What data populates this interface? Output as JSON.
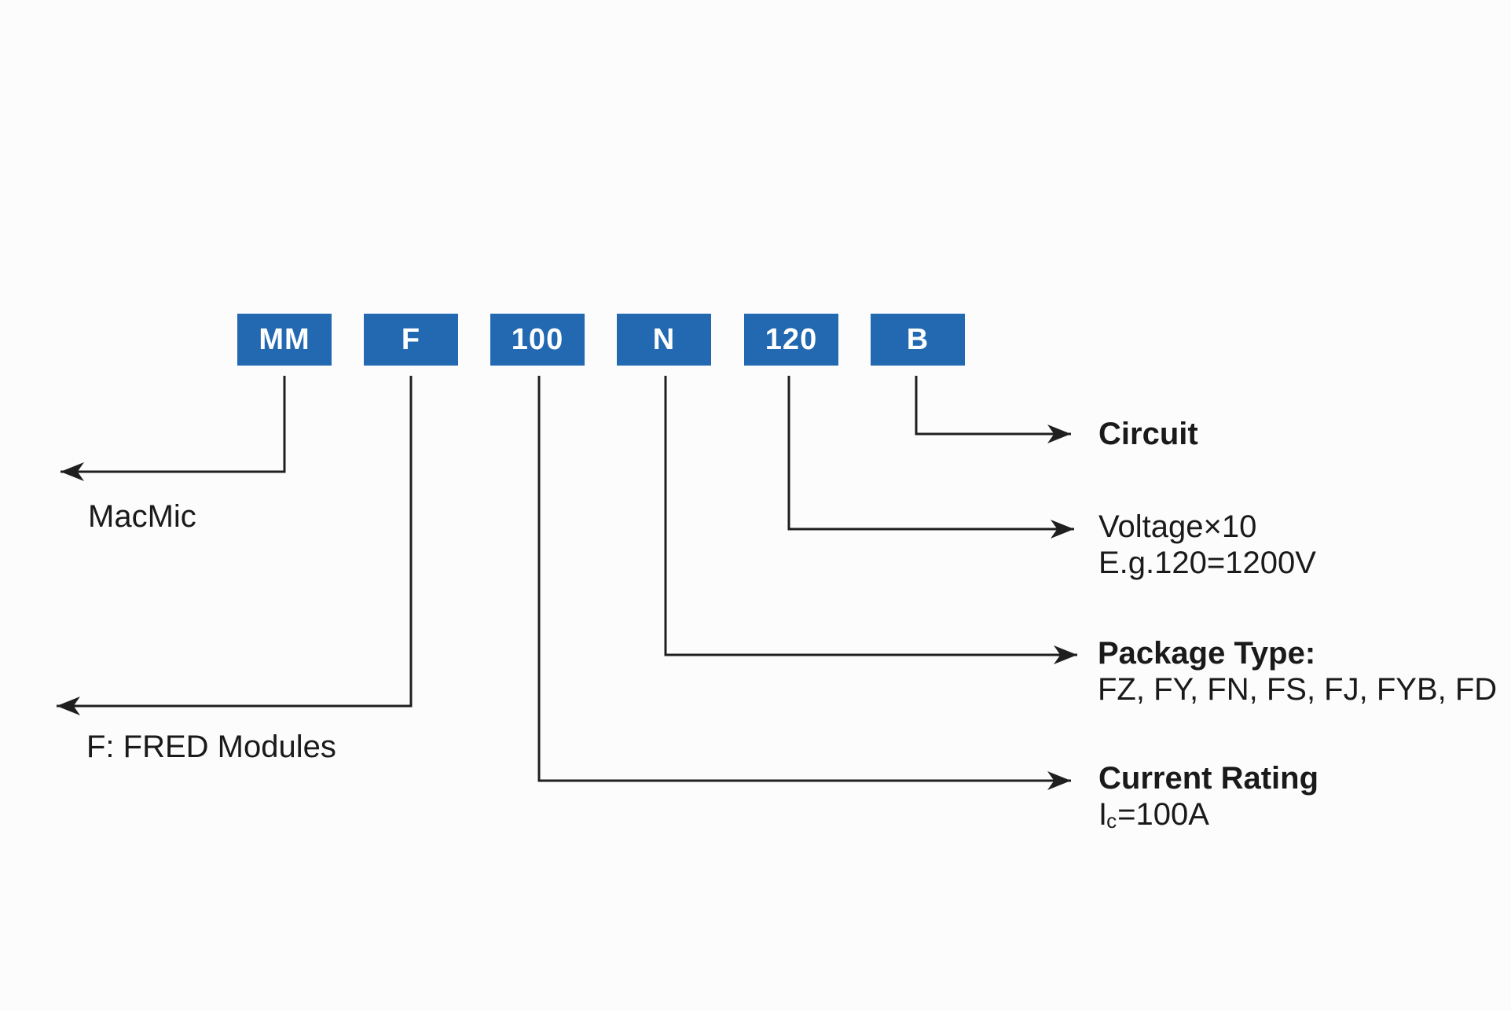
{
  "diagram": {
    "description": "Part numbering explanation diagram",
    "accent_color": "#2269B1",
    "line_color": "#1f1f1f",
    "boxes": [
      {
        "label": "MM"
      },
      {
        "label": "F"
      },
      {
        "label": "100"
      },
      {
        "label": "N"
      },
      {
        "label": "120"
      },
      {
        "label": "B"
      }
    ],
    "annotations": {
      "macmic": {
        "line1": "MacMic"
      },
      "fred": {
        "line1": "F: FRED Modules"
      },
      "circuit": {
        "title": "Circuit"
      },
      "voltage": {
        "line1": "Voltage×10",
        "line2": "E.g.120=1200V"
      },
      "package": {
        "title": "Package Type:",
        "line2": "FZ, FY, FN, FS, FJ, FYB, FD"
      },
      "current": {
        "title": "Current Rating",
        "symbol": "I",
        "symbol_sub": "c",
        "value": "=100A"
      }
    }
  }
}
